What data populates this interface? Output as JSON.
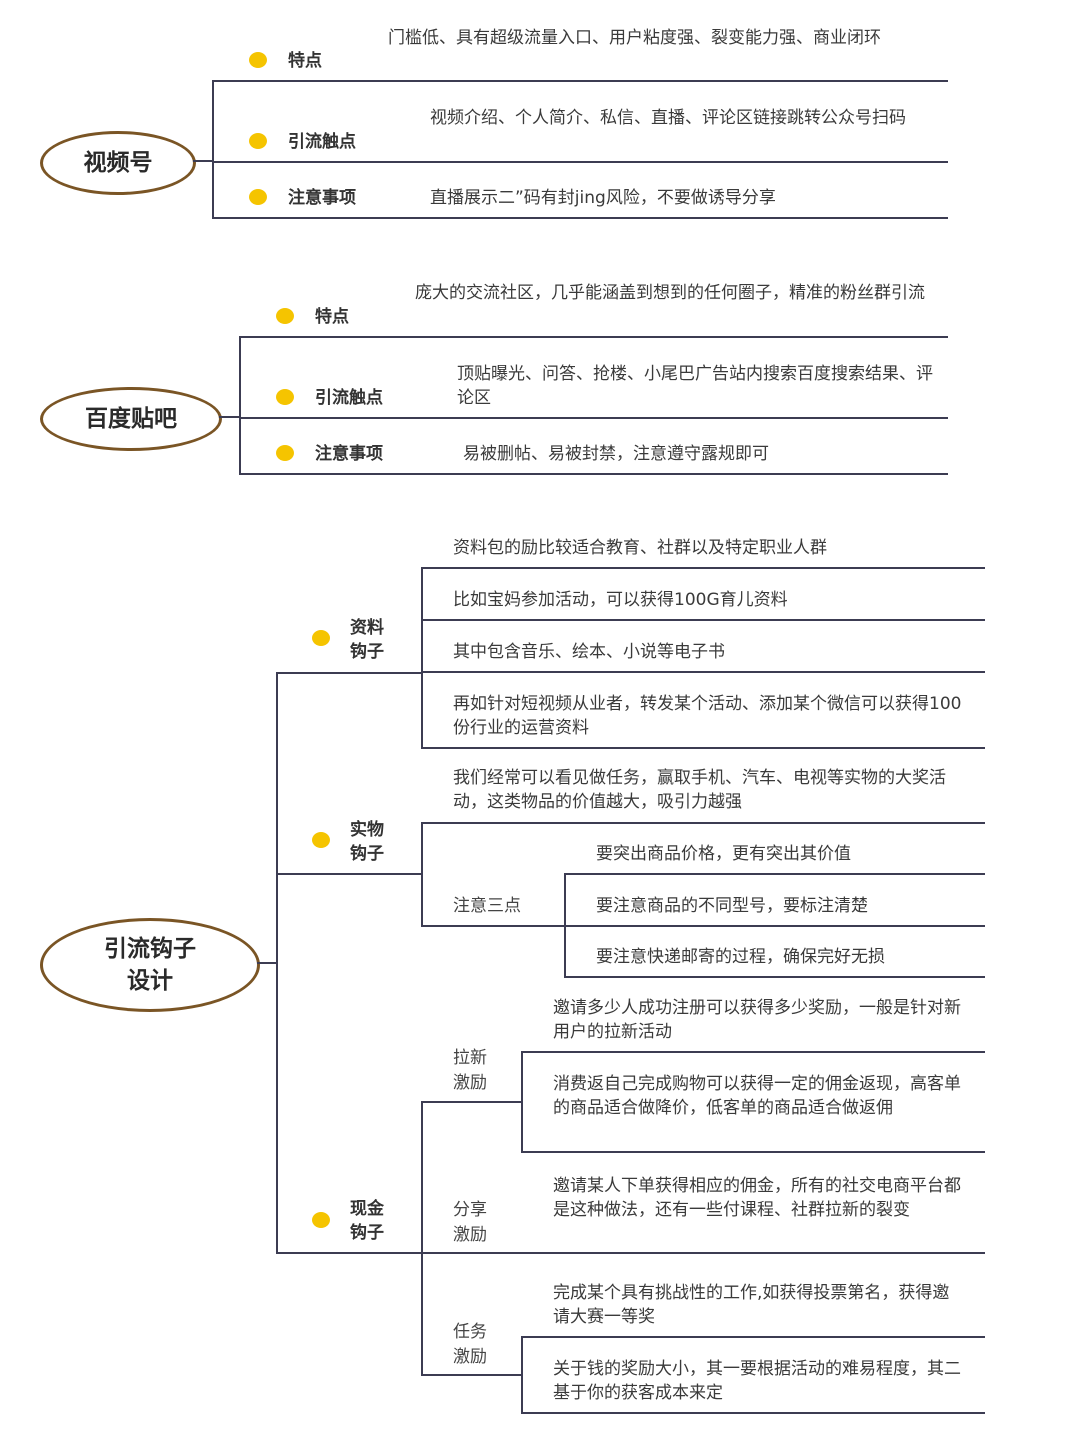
{
  "sections": [
    {
      "title": "视频号",
      "rows": [
        {
          "label": "特点",
          "text": "门槛低、具有超级流量入口、用户粘度强、裂变能力强、商业闭环"
        },
        {
          "label": "引流触点",
          "text": "视频介绍、个人简介、私信、直播、评论区链接跳转公众号扫码"
        },
        {
          "label": "注意事项",
          "text": "直播展示二”码有封jing风险，不要做诱导分享"
        }
      ]
    },
    {
      "title": "百度贴吧",
      "rows": [
        {
          "label": "特点",
          "text": "庞大的交流社区，几乎能涵盖到想到的任何圈子，精准的粉丝群引流"
        },
        {
          "label": "引流触点",
          "text": "顶贴曝光、问答、抢楼、小尾巴广告站内搜索百度搜索结果、评论区"
        },
        {
          "label": "注意事项",
          "text": "易被删帖、易被封禁，注意遵守露规即可"
        }
      ]
    },
    {
      "title": "引流钩子设计",
      "branches": [
        {
          "label": "资料钩子",
          "items": [
            "资料包的励比较适合教育、社群以及特定职业人群",
            "比如宝妈参加活动，可以获得100G育儿资料",
            "其中包含音乐、绘本、小说等电子书",
            "再如针对短视频从业者，转发某个活动、添加某个微信可以获得100份行业的运营资料"
          ]
        },
        {
          "label": "实物钩子",
          "intro": "我们经常可以看见做任务，赢取手机、汽车、电视等实物的大奖活动，这类物品的价值越大，吸引力越强",
          "sub_label": "注意三点",
          "sub_items": [
            "要突出商品价格，更有突出其价值",
            "要注意商品的不同型号，要标注清楚",
            "要注意快递邮寄的过程，确保完好无损"
          ]
        },
        {
          "label": "现金钩子",
          "groups": [
            {
              "label": "拉新激励",
              "items": [
                "邀请多少人成功注册可以获得多少奖励，一般是针对新用户的拉新活动",
                "消费返自己完成购物可以获得一定的佣金返现，高客单的商品适合做降价，低客单的商品适合做返佣"
              ]
            },
            {
              "label": "分享激励",
              "items": [
                "邀请某人下单获得相应的佣金，所有的社交电商平台都是这种做法，还有一些付课程、社群拉新的裂变"
              ]
            },
            {
              "label": "任务激励",
              "items": [
                "完成某个具有挑战性的工作,如获得投票第名，获得邀请大赛一等奖",
                "关于钱的奖励大小，其一要根据活动的难易程度，其二基于你的获客成本来定"
              ]
            }
          ]
        }
      ]
    }
  ]
}
